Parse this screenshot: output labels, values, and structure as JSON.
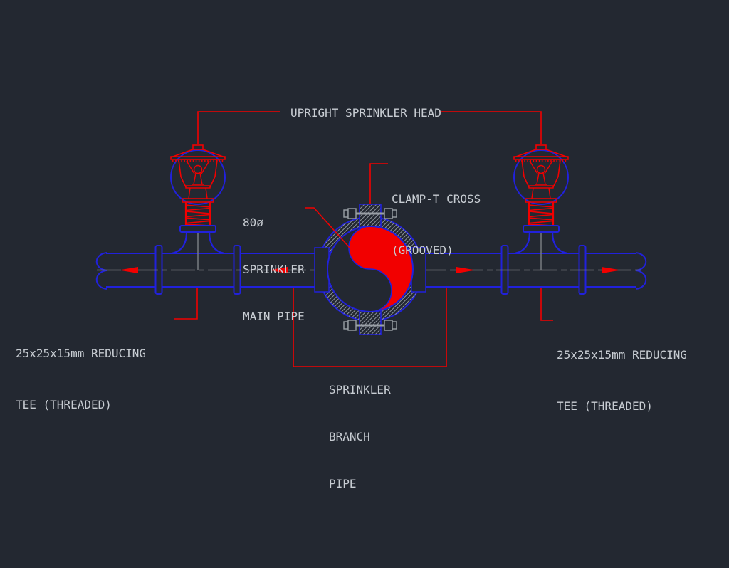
{
  "labels": {
    "upright_head": "UPRIGHT SPRINKLER HEAD",
    "clamp": [
      "CLAMP-T CROSS",
      "(GROOVED)"
    ],
    "main_pipe": [
      "80ø",
      "SPRINKLER",
      "MAIN PIPE"
    ],
    "branch_pipe": [
      "SPRINKLER",
      "BRANCH",
      "PIPE"
    ],
    "reducing_tee_left": [
      "25x25x15mm REDUCING",
      "TEE (THREADED)"
    ],
    "reducing_tee_right": [
      "25x25x15mm REDUCING",
      "TEE (THREADED)"
    ]
  },
  "colors": {
    "bg": "#232831",
    "red": "#f20000",
    "blue": "#2121dc",
    "cl": "#7e8287",
    "hatch": "#9aa1a9",
    "text": "#c8cdd3",
    "bolt": "#9aa0a6"
  }
}
